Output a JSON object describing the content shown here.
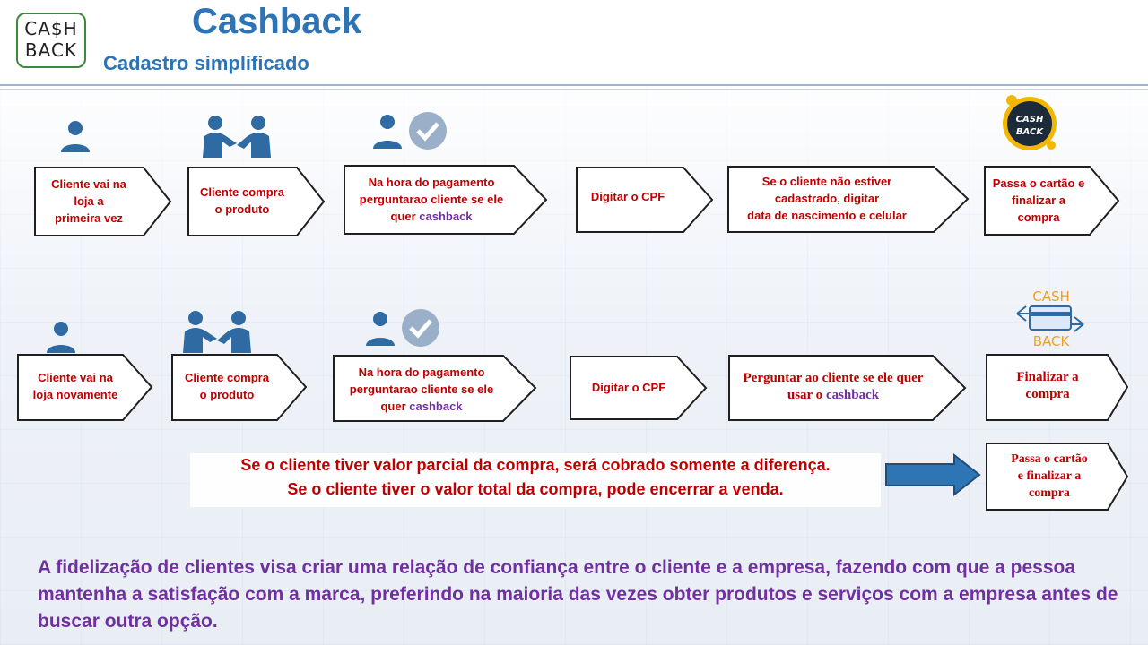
{
  "header": {
    "logo_line1": "CA$H",
    "logo_line2": "BACK",
    "title": "Cashback",
    "subtitle": "Cadastro simplificado"
  },
  "row1": [
    {
      "lines": [
        "Cliente vai na",
        "loja a",
        "primeira vez"
      ]
    },
    {
      "lines": [
        "Cliente compra",
        "o produto"
      ]
    },
    {
      "lines": [
        "Na hora do pagamento",
        "perguntarao cliente se ele"
      ],
      "last_prefix": "quer ",
      "last_highlight": "cashback"
    },
    {
      "lines": [
        "Digitar o CPF"
      ]
    },
    {
      "lines": [
        "Se o cliente não estiver",
        "cadastrado, digitar",
        "data de nascimento e celular"
      ]
    },
    {
      "lines": [
        "Passa o cartão e",
        "finalizar a",
        "compra"
      ]
    }
  ],
  "row2": [
    {
      "lines": [
        "Cliente vai na",
        "loja novamente"
      ]
    },
    {
      "lines": [
        "Cliente compra",
        "o produto"
      ]
    },
    {
      "lines": [
        "Na hora do pagamento",
        "perguntarao cliente se ele"
      ],
      "last_prefix": "quer ",
      "last_highlight": "cashback"
    },
    {
      "lines": [
        "Digitar o CPF"
      ]
    },
    {
      "lines": [
        "Perguntar ao cliente se ele quer"
      ],
      "last_prefix": "usar o ",
      "last_highlight": "cashback"
    },
    {
      "lines": [
        "Finalizar  a",
        "compra"
      ]
    }
  ],
  "row3": {
    "lines": [
      "Passa o cartão",
      "e finalizar  a",
      "compra"
    ]
  },
  "badge": {
    "line1": "CASH",
    "line2": "BACK"
  },
  "card_icon": {
    "line1": "CASH",
    "line2": "BACK"
  },
  "note": {
    "line1": "Se o cliente tiver valor parcial da compra, será cobrado somente a diferença.",
    "line2": "Se o cliente tiver o valor total da compra, pode encerrar a venda."
  },
  "bottom_text": "A fidelização de clientes visa criar uma relação de confiança entre o cliente e a empresa, fazendo com que a pessoa mantenha a satisfação com a marca, preferindo na maioria das vezes obter produtos e serviços com a empresa antes de buscar outra opção.",
  "colors": {
    "title": "#2e74b5",
    "red_text": "#c00000",
    "purple_text": "#7030a0",
    "arrow": "#2e75b6"
  }
}
